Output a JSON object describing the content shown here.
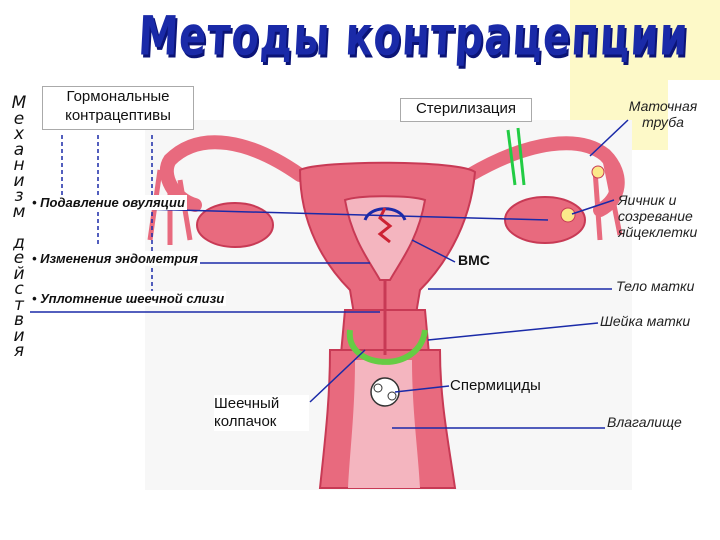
{
  "title": "Методы контрацепции",
  "mechanism_letters": [
    "М",
    "е",
    "х",
    "а",
    "н",
    "и",
    "з",
    "м",
    " ",
    "д",
    "е",
    "й",
    "с",
    "т",
    "в",
    "и",
    "я"
  ],
  "labels": {
    "hormonal": "Гормональные контрацептивы",
    "sterilization": "Стерилизация",
    "fallopian_tube": "Маточная труба",
    "ovary": "Яичник и созревание яйцеклетки",
    "iud": "ВМС",
    "uterus_body": "Тело матки",
    "cervix": "Шейка матки",
    "spermicides": "Спермициды",
    "cervical_cap": "Шеечный колпачок",
    "vagina": "Влагалище"
  },
  "effects": {
    "ovulation": "Подавление овуляции",
    "endometrium": "Изменения эндометрия",
    "mucus": "Уплотнение шеечной слизи"
  },
  "colors": {
    "title": "#1a2aa8",
    "organ": "#e86a7e",
    "organ_dark": "#c83a55",
    "arrow": "#1a2aa8",
    "sterilization_mark": "#22cc44",
    "iud": "#cc2233",
    "cap": "#66cc44",
    "yellow_bg": "#fdf9c8"
  }
}
